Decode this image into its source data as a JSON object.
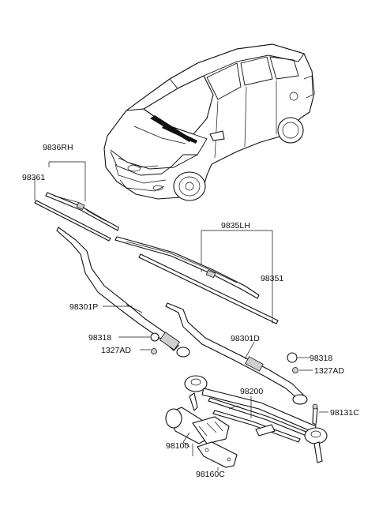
{
  "callouts": {
    "blade_assembly_rh": "9836RH",
    "blade_refill_rh": "98361",
    "blade_assembly_lh": "9835LH",
    "blade_refill_lh": "98351",
    "arm_passenger": "98301P",
    "arm_driver": "98301D",
    "cap_left": "98318",
    "nut_left": "1327AD",
    "cap_right": "98318",
    "nut_right": "1327AD",
    "linkage": "98200",
    "bolt": "98131C",
    "motor": "98100",
    "bracket": "98160C"
  }
}
